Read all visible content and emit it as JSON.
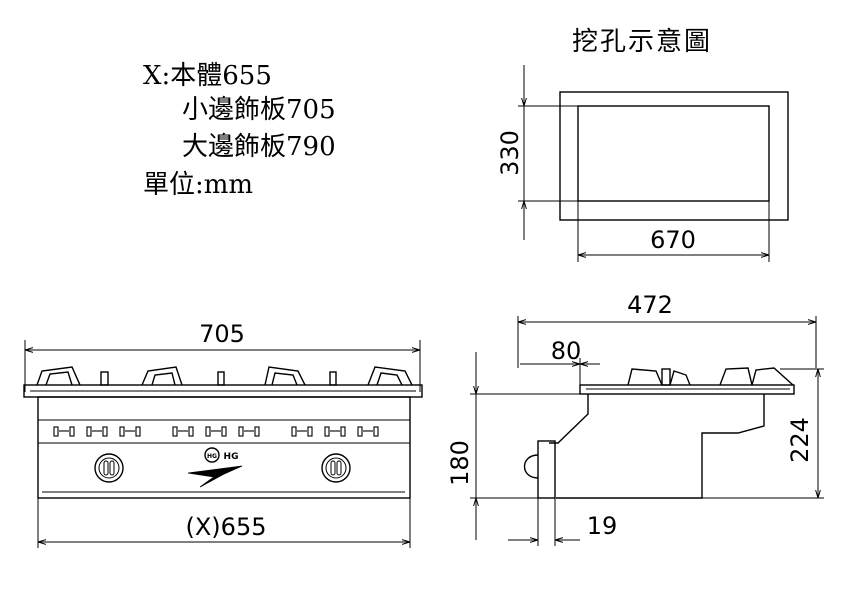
{
  "specs": {
    "line1": "X:本體655",
    "line2": "小邊飾板705",
    "line3": "大邊飾板790",
    "line4": "單位:mm"
  },
  "cutout": {
    "title": "挖孔示意圖",
    "height": "330",
    "width": "670"
  },
  "front_view": {
    "top_width": "705",
    "bottom_width": "(X)655",
    "logo_text": "HG",
    "logo_badge": "HG"
  },
  "side_view": {
    "depth": "472",
    "offset": "80",
    "height_right": "224",
    "height_left": "180",
    "knob_depth": "19"
  }
}
